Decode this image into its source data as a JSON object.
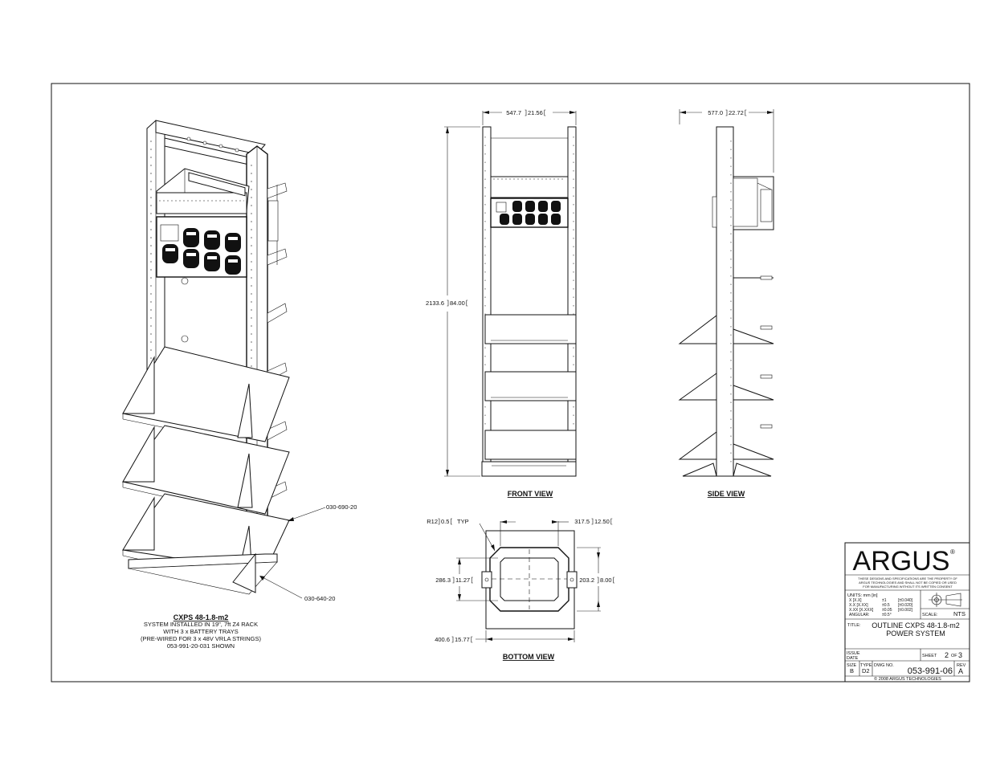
{
  "views": {
    "front_label": "FRONT VIEW",
    "side_label": "SIDE VIEW",
    "bottom_label": "BOTTOM VIEW"
  },
  "dimensions": {
    "front_width_mm": "547.7",
    "front_width_in": "21.56",
    "front_height_mm": "2133.6",
    "front_height_in": "84.00",
    "side_depth_mm": "577.0",
    "side_depth_in": "22.72",
    "radius_mm": "R12",
    "radius_in": "0.5",
    "radius_note": "TYP",
    "bottom_span_mm": "317.5",
    "bottom_span_in": "12.50",
    "bottom_depth_mm": "286.3",
    "bottom_depth_in": "11.27",
    "bottom_inner_mm": "203.2",
    "bottom_inner_in": "8.00",
    "bottom_width_mm": "400.6",
    "bottom_width_in": "15.77"
  },
  "callouts": {
    "part1": "030-690-20",
    "part2": "030-640-20"
  },
  "iso_caption": {
    "title": "CXPS 48-1.8-m2",
    "line1": "SYSTEM INSTALLED IN 19\", 7ft Z4 RACK",
    "line2": "WITH 3 x BATTERY TRAYS",
    "line3": "(PRE-WIRED FOR 3 x 48V VRLA STRINGS)",
    "line4": "053-991-20-031 SHOWN"
  },
  "title_block": {
    "logo": "ARGUS",
    "logo_mark": "®",
    "notice1": "THESE DESIGNS AND SPECIFICATIONS ARE THE PROPERTY OF",
    "notice2": "ARGUS TECHNOLOGIES AND SHALL NOT BE COPIED OR USED",
    "notice3": "FOR MANUFACTURING WITHOUT ITS WRITTEN CONSENT",
    "units_label": "UNITS: mm [in]",
    "tol_rows": [
      {
        "fmt": "X [X.X]",
        "mm": "±1",
        "in": "[±0.040]"
      },
      {
        "fmt": "X.X [X.XX]",
        "mm": "±0.5",
        "in": "[±0.020]"
      },
      {
        "fmt": "X.XX [X.XXX]",
        "mm": "±0.05",
        "in": "[±0.002]"
      },
      {
        "fmt": "ANGULAR:",
        "mm": "±0.5°",
        "in": ""
      }
    ],
    "scale_label": "SCALE:",
    "scale_value": "NTS",
    "title_label": "TITLE:",
    "title_line1": "OUTLINE CXPS 48-1.8-m2",
    "title_line2": "POWER SYSTEM",
    "issue_label": "ISSUE",
    "date_label": "DATE",
    "sheet_label": "SHEET",
    "sheet_no": "2",
    "of_label": "OF",
    "sheet_total": "3",
    "size_label": "SIZE",
    "size_value": "B",
    "type_label": "TYPE",
    "type_value": "D2",
    "dwg_label": "DWG NO.",
    "dwg_value": "053-991-06",
    "rev_label": "REV",
    "rev_value": "A",
    "copyright": "© 2008 ARGUS TECHNOLOGIES"
  }
}
